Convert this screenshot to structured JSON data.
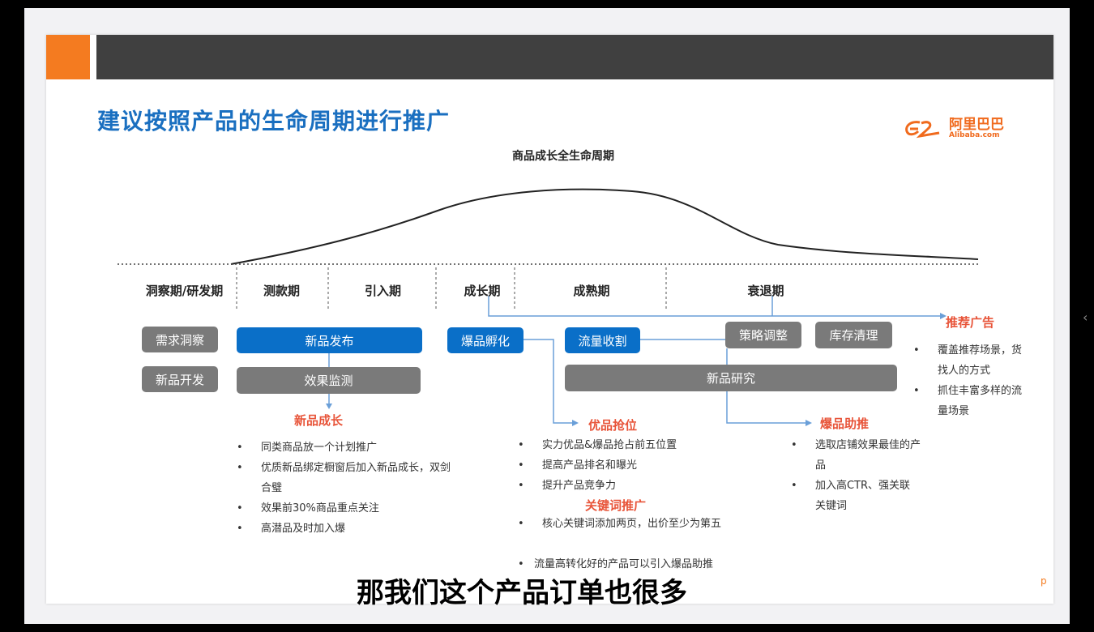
{
  "slide": {
    "title": "建议按照产品的生命周期进行推广",
    "logo": {
      "cn": "阿里巴巴",
      "en": "Alibaba.com"
    },
    "chart_title": "商品成长全生命周期",
    "page_marker": "p",
    "phases": [
      "洞察期/研发期",
      "测款期",
      "引入期",
      "成长期",
      "成熟期",
      "衰退期"
    ],
    "boxes": {
      "demand_insight": "需求洞察",
      "new_product_dev": "新品开发",
      "new_launch": "新品发布",
      "effect_monitor": "效果监测",
      "hit_incubation": "爆品孵化",
      "traffic_harvest": "流量收割",
      "strategy_adjust": "策略调整",
      "inventory_clear": "库存清理",
      "new_research": "新品研究"
    },
    "sections": {
      "new_growth": {
        "title": "新品成长",
        "items": [
          "同类商品放一个计划推广",
          "优质新品绑定橱窗后加入新品成长，双剑合璧",
          "效果前30%商品重点关注",
          "高潜品及时加入爆"
        ]
      },
      "quality_position": {
        "title": "优品抢位",
        "items": [
          "实力优品&爆品抢占前五位置",
          "提高产品排名和曝光",
          "提升产品竞争力"
        ]
      },
      "keyword_promo": {
        "title": "关键词推广",
        "items": [
          "核心关键词添加两页，出价至少为第五",
          "流量高转化好的产品可以引入爆品助推"
        ]
      },
      "hit_boost": {
        "title": "爆品助推",
        "items": [
          "选取店铺效果最佳的产品",
          "加入高CTR、强关联关键词"
        ]
      },
      "recommend_ads": {
        "title": "推荐广告",
        "items": [
          "覆盖推荐场景，货找人的方式",
          "抓住丰富多样的流量场景"
        ]
      }
    },
    "colors": {
      "accent_orange": "#f47b20",
      "title_blue": "#1a6fc0",
      "box_blue": "#0a6fc8",
      "box_gray": "#7a7a7a",
      "section_red": "#e8553a"
    }
  },
  "video": {
    "subtitle": "那我们这个产品订单也很多"
  }
}
